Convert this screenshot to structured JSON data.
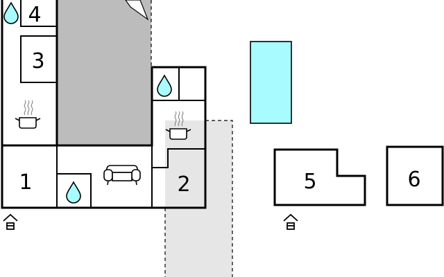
{
  "colors": {
    "background": "#ffffff",
    "wall": "#000000",
    "courtyard": "#bcbcbc",
    "terrace": "#e6e6e6",
    "pool": "#a8fbff",
    "water_icon": "#a8fbff"
  },
  "rooms": {
    "room_1": "1",
    "room_2": "2",
    "room_3": "3",
    "room_4": "4",
    "room_5": "5",
    "room_6": "6"
  },
  "icons": {
    "bathroom": "water-drop-icon",
    "kitchen": "cooking-pot-icon",
    "living_room": "sofa-icon",
    "entrance": "house-entrance-icon",
    "door": "door-swing-icon"
  }
}
